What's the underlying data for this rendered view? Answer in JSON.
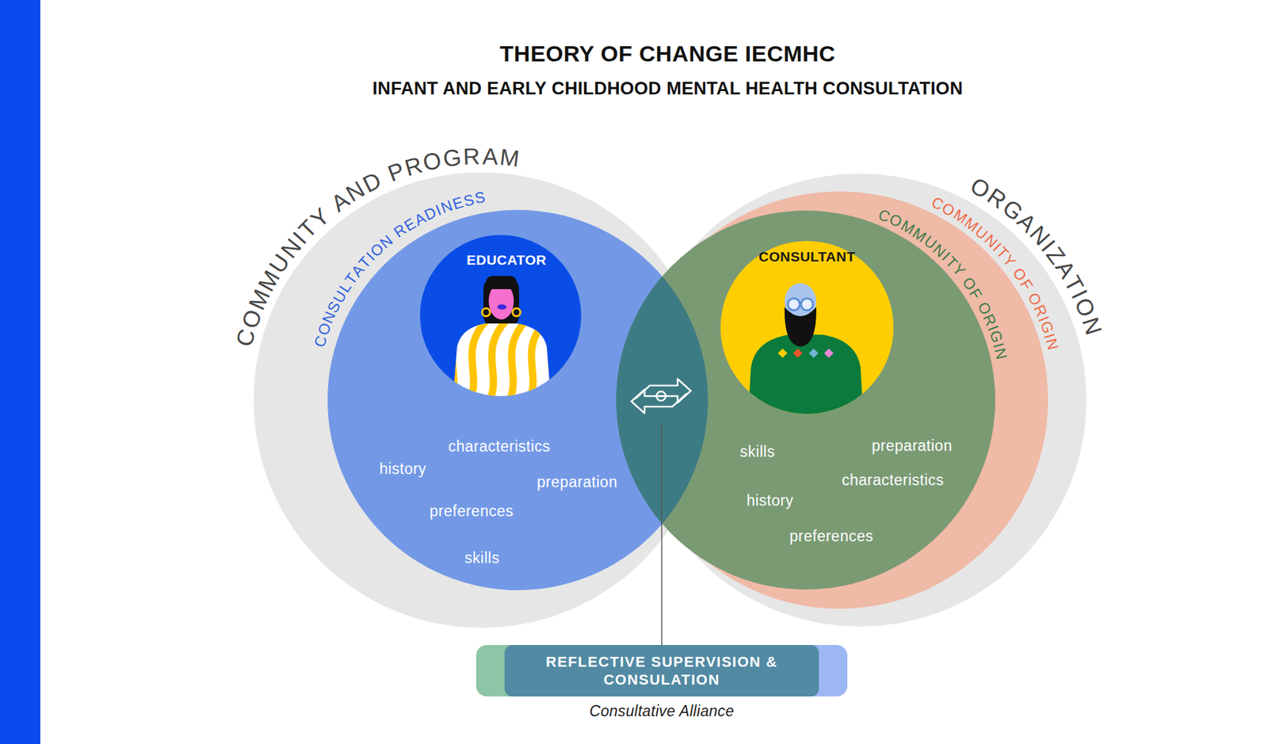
{
  "diagram": {
    "title": "THEORY OF CHANGE IECMHC",
    "nodes": [
      {
        "text": [
          "COMMUNITY AND PROGRAM"
        ]
      },
      {
        "text": [
          "CONSULTATION READINESS",
          "characteristics",
          "history",
          "preparation",
          "preferences",
          "skills"
        ],
        "in": 0
      },
      {
        "text": [
          "EDUCATOR"
        ],
        "in": 1
      },
      {
        "text": [
          "ORGANIZATION"
        ]
      },
      {
        "text": [
          "COMMUNITY OF ORIGIN"
        ],
        "in": 3
      },
      {
        "text": [
          "COMMUNITY OF ORIGIN",
          "preparation",
          "skills",
          "characteristics",
          "history",
          "preferences"
        ],
        "in": 4
      },
      {
        "text": [
          "CONSULTANT"
        ],
        "in": 5
      },
      {
        "text": [
          "REFLECTIVE SUPERVISION & CONSULATION",
          "Consultative Alliance"
        ]
      }
    ],
    "edges": [
      {
        "from": 1,
        "to": 7,
        "arrow": "none"
      }
    ],
    "labels": [
      "INFANT AND EARLY CHILDHOOD MENTAL HEALTH CONSULTATION"
    ]
  }
}
